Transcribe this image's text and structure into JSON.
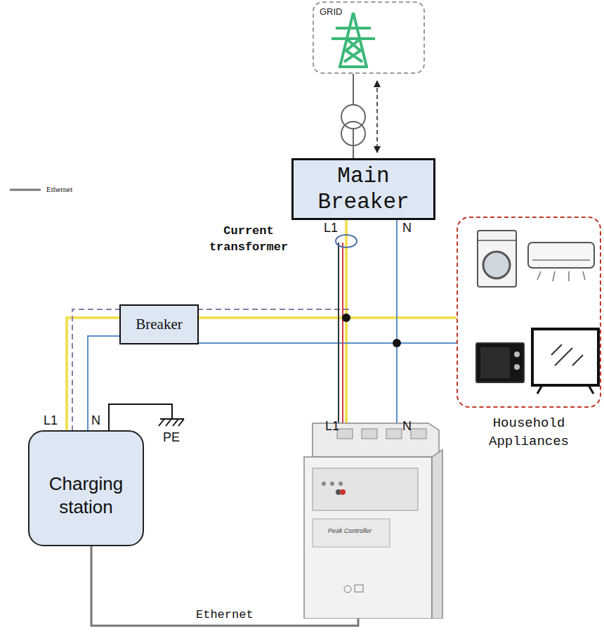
{
  "diagram": {
    "nodes": [
      {
        "text": [
          "GRID"
        ]
      },
      {
        "text": [
          "Main Breaker"
        ]
      },
      {
        "text": [
          "Breaker"
        ]
      },
      {
        "text": [
          "Charging station"
        ]
      },
      {
        "text": [
          "Household Appliances"
        ]
      },
      {
        "text": [
          "Peak Controller"
        ]
      }
    ],
    "edges": [
      {
        "from": 0,
        "to": 1,
        "arrow": "none"
      },
      {
        "from": 0,
        "to": 1,
        "arrow": "both"
      },
      {
        "from": 1,
        "to": 2,
        "arrow": "none"
      },
      {
        "from": 2,
        "to": 3,
        "arrow": "none"
      },
      {
        "from": 1,
        "to": 4,
        "arrow": "none"
      },
      {
        "from": 1,
        "to": 5,
        "arrow": "none"
      },
      {
        "from": 3,
        "to": 5,
        "label": "Ethernet",
        "arrow": "none"
      }
    ],
    "labels": [
      "Current transformer",
      "L1",
      "N",
      "L1",
      "N",
      "PE",
      "L1",
      "N"
    ],
    "legend": [
      {
        "text": "Ethernet"
      }
    ]
  }
}
